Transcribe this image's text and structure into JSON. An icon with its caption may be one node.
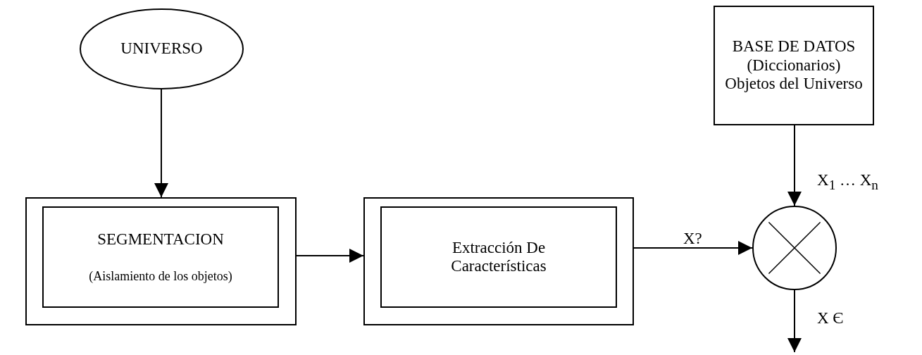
{
  "diagram": {
    "nodes": [
      {
        "text": [
          "UNIVERSO"
        ]
      },
      {
        "text": [
          "BASE DE DATOS (Diccionarios) Objetos del Universo"
        ]
      },
      {
        "text": [],
        "shape": "box"
      },
      {
        "text": [
          "SEGMENTACION",
          "(Aislamiento de los objetos)"
        ],
        "in": 2
      },
      {
        "text": [],
        "shape": "box"
      },
      {
        "text": [
          "Extracción De Características"
        ],
        "in": 4
      },
      {
        "text": [],
        "shape": "circle"
      }
    ],
    "edges": [
      {
        "from": 0,
        "to": 2,
        "arrow": "to"
      },
      {
        "from": 1,
        "to": 6,
        "arrow": "to",
        "label": "X$_{1}$ … X$_{n}$"
      },
      {
        "from": 2,
        "to": 4,
        "arrow": "to"
      },
      {
        "from": 4,
        "to": 6,
        "arrow": "to",
        "label": "X?"
      },
      {
        "from": 6,
        "to": null,
        "arrow": "to",
        "label": "X Є"
      }
    ]
  }
}
